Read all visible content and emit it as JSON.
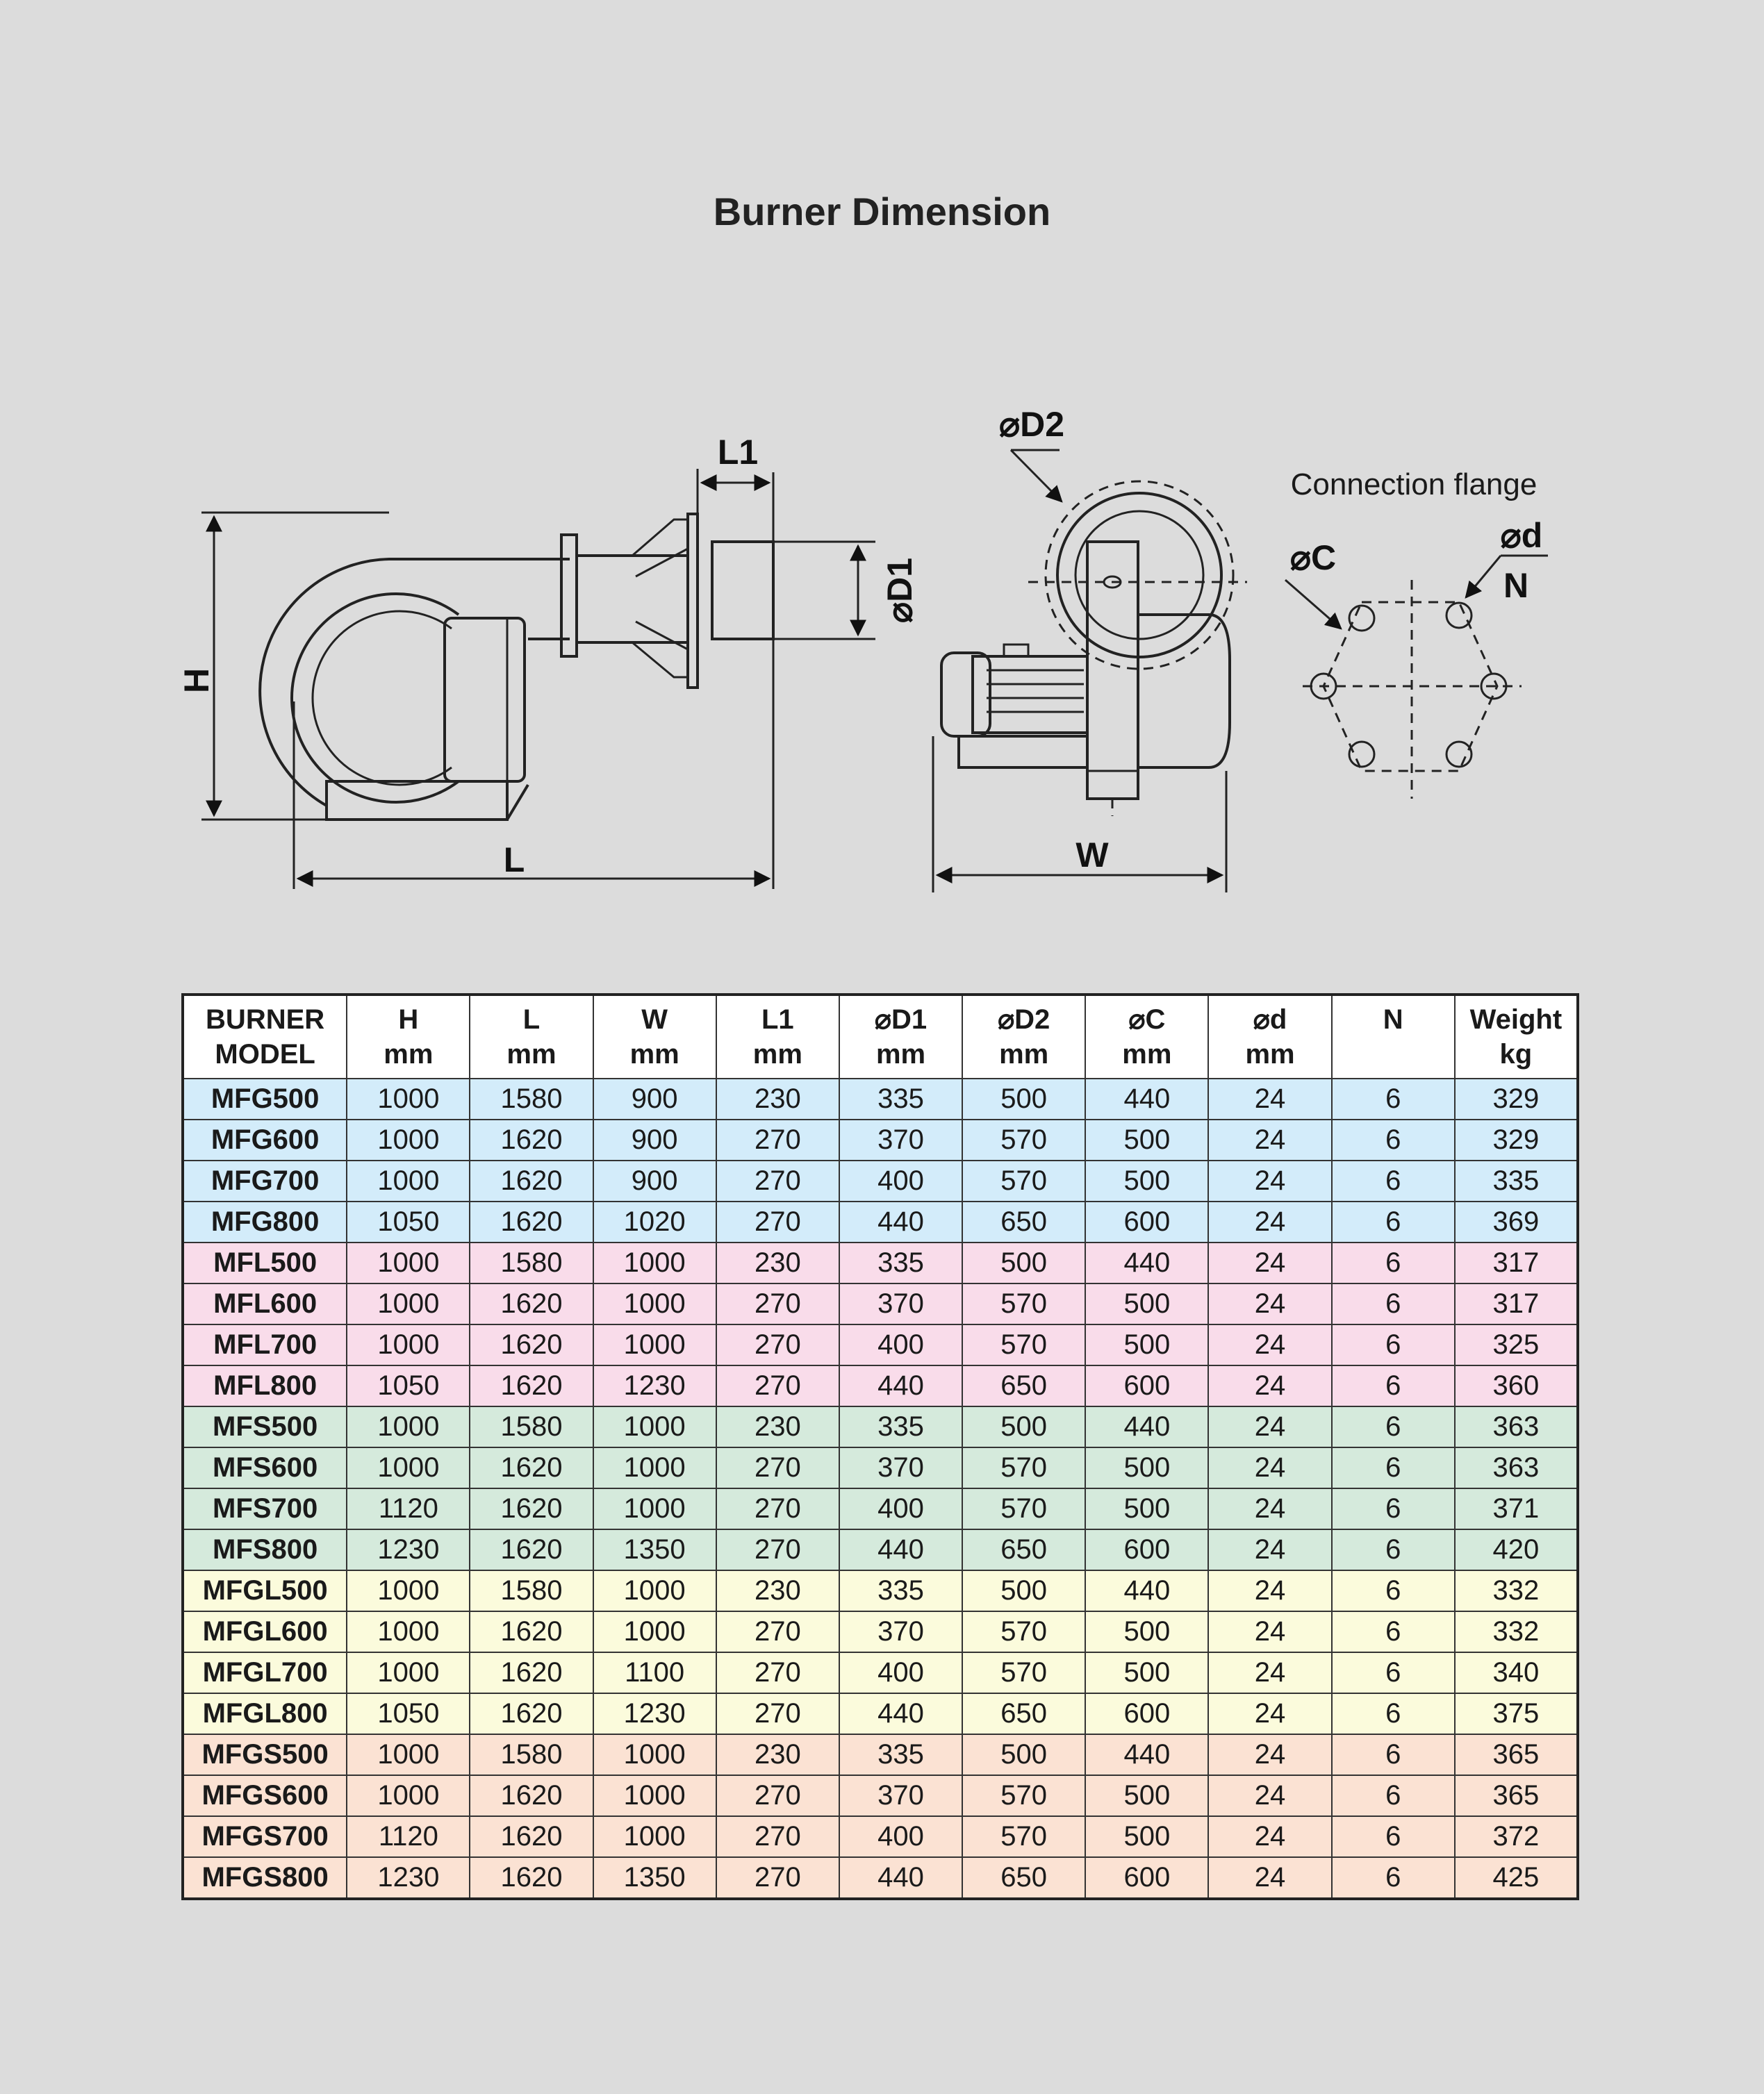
{
  "title": "Burner Dimension",
  "drawing": {
    "labels": {
      "H": "H",
      "L": "L",
      "L1": "L1",
      "D1": "⌀D1",
      "D2": "⌀D2",
      "W": "W",
      "C": "⌀C",
      "d": "⌀d",
      "N": "N"
    },
    "flange_caption": "Connection flange"
  },
  "table": {
    "headers": [
      [
        "BURNER",
        "MODEL"
      ],
      [
        "H",
        "mm"
      ],
      [
        "L",
        "mm"
      ],
      [
        "W",
        "mm"
      ],
      [
        "L1",
        "mm"
      ],
      [
        "⌀D1",
        "mm"
      ],
      [
        "⌀D2",
        "mm"
      ],
      [
        "⌀C",
        "mm"
      ],
      [
        "⌀d",
        "mm"
      ],
      [
        "N",
        ""
      ],
      [
        "Weight",
        "kg"
      ]
    ],
    "rows": [
      {
        "group": "MFG",
        "cells": [
          "MFG500",
          "1000",
          "1580",
          "900",
          "230",
          "335",
          "500",
          "440",
          "24",
          "6",
          "329"
        ]
      },
      {
        "group": "MFG",
        "cells": [
          "MFG600",
          "1000",
          "1620",
          "900",
          "270",
          "370",
          "570",
          "500",
          "24",
          "6",
          "329"
        ]
      },
      {
        "group": "MFG",
        "cells": [
          "MFG700",
          "1000",
          "1620",
          "900",
          "270",
          "400",
          "570",
          "500",
          "24",
          "6",
          "335"
        ]
      },
      {
        "group": "MFG",
        "cells": [
          "MFG800",
          "1050",
          "1620",
          "1020",
          "270",
          "440",
          "650",
          "600",
          "24",
          "6",
          "369"
        ]
      },
      {
        "group": "MFL",
        "cells": [
          "MFL500",
          "1000",
          "1580",
          "1000",
          "230",
          "335",
          "500",
          "440",
          "24",
          "6",
          "317"
        ]
      },
      {
        "group": "MFL",
        "cells": [
          "MFL600",
          "1000",
          "1620",
          "1000",
          "270",
          "370",
          "570",
          "500",
          "24",
          "6",
          "317"
        ]
      },
      {
        "group": "MFL",
        "cells": [
          "MFL700",
          "1000",
          "1620",
          "1000",
          "270",
          "400",
          "570",
          "500",
          "24",
          "6",
          "325"
        ]
      },
      {
        "group": "MFL",
        "cells": [
          "MFL800",
          "1050",
          "1620",
          "1230",
          "270",
          "440",
          "650",
          "600",
          "24",
          "6",
          "360"
        ]
      },
      {
        "group": "MFS",
        "cells": [
          "MFS500",
          "1000",
          "1580",
          "1000",
          "230",
          "335",
          "500",
          "440",
          "24",
          "6",
          "363"
        ]
      },
      {
        "group": "MFS",
        "cells": [
          "MFS600",
          "1000",
          "1620",
          "1000",
          "270",
          "370",
          "570",
          "500",
          "24",
          "6",
          "363"
        ]
      },
      {
        "group": "MFS",
        "cells": [
          "MFS700",
          "1120",
          "1620",
          "1000",
          "270",
          "400",
          "570",
          "500",
          "24",
          "6",
          "371"
        ]
      },
      {
        "group": "MFS",
        "cells": [
          "MFS800",
          "1230",
          "1620",
          "1350",
          "270",
          "440",
          "650",
          "600",
          "24",
          "6",
          "420"
        ]
      },
      {
        "group": "MFGL",
        "cells": [
          "MFGL500",
          "1000",
          "1580",
          "1000",
          "230",
          "335",
          "500",
          "440",
          "24",
          "6",
          "332"
        ]
      },
      {
        "group": "MFGL",
        "cells": [
          "MFGL600",
          "1000",
          "1620",
          "1000",
          "270",
          "370",
          "570",
          "500",
          "24",
          "6",
          "332"
        ]
      },
      {
        "group": "MFGL",
        "cells": [
          "MFGL700",
          "1000",
          "1620",
          "1100",
          "270",
          "400",
          "570",
          "500",
          "24",
          "6",
          "340"
        ]
      },
      {
        "group": "MFGL",
        "cells": [
          "MFGL800",
          "1050",
          "1620",
          "1230",
          "270",
          "440",
          "650",
          "600",
          "24",
          "6",
          "375"
        ]
      },
      {
        "group": "MFGS",
        "cells": [
          "MFGS500",
          "1000",
          "1580",
          "1000",
          "230",
          "335",
          "500",
          "440",
          "24",
          "6",
          "365"
        ]
      },
      {
        "group": "MFGS",
        "cells": [
          "MFGS600",
          "1000",
          "1620",
          "1000",
          "270",
          "370",
          "570",
          "500",
          "24",
          "6",
          "365"
        ]
      },
      {
        "group": "MFGS",
        "cells": [
          "MFGS700",
          "1120",
          "1620",
          "1000",
          "270",
          "400",
          "570",
          "500",
          "24",
          "6",
          "372"
        ]
      },
      {
        "group": "MFGS",
        "cells": [
          "MFGS800",
          "1230",
          "1620",
          "1350",
          "270",
          "440",
          "650",
          "600",
          "24",
          "6",
          "425"
        ]
      }
    ]
  },
  "colors": {
    "background": "#dcdcdc",
    "MFG": "#d3ecfa",
    "MFL": "#f9dcea",
    "MFS": "#d5eadc",
    "MFGL": "#fbfbdc",
    "MFGS": "#fbe2d3"
  }
}
